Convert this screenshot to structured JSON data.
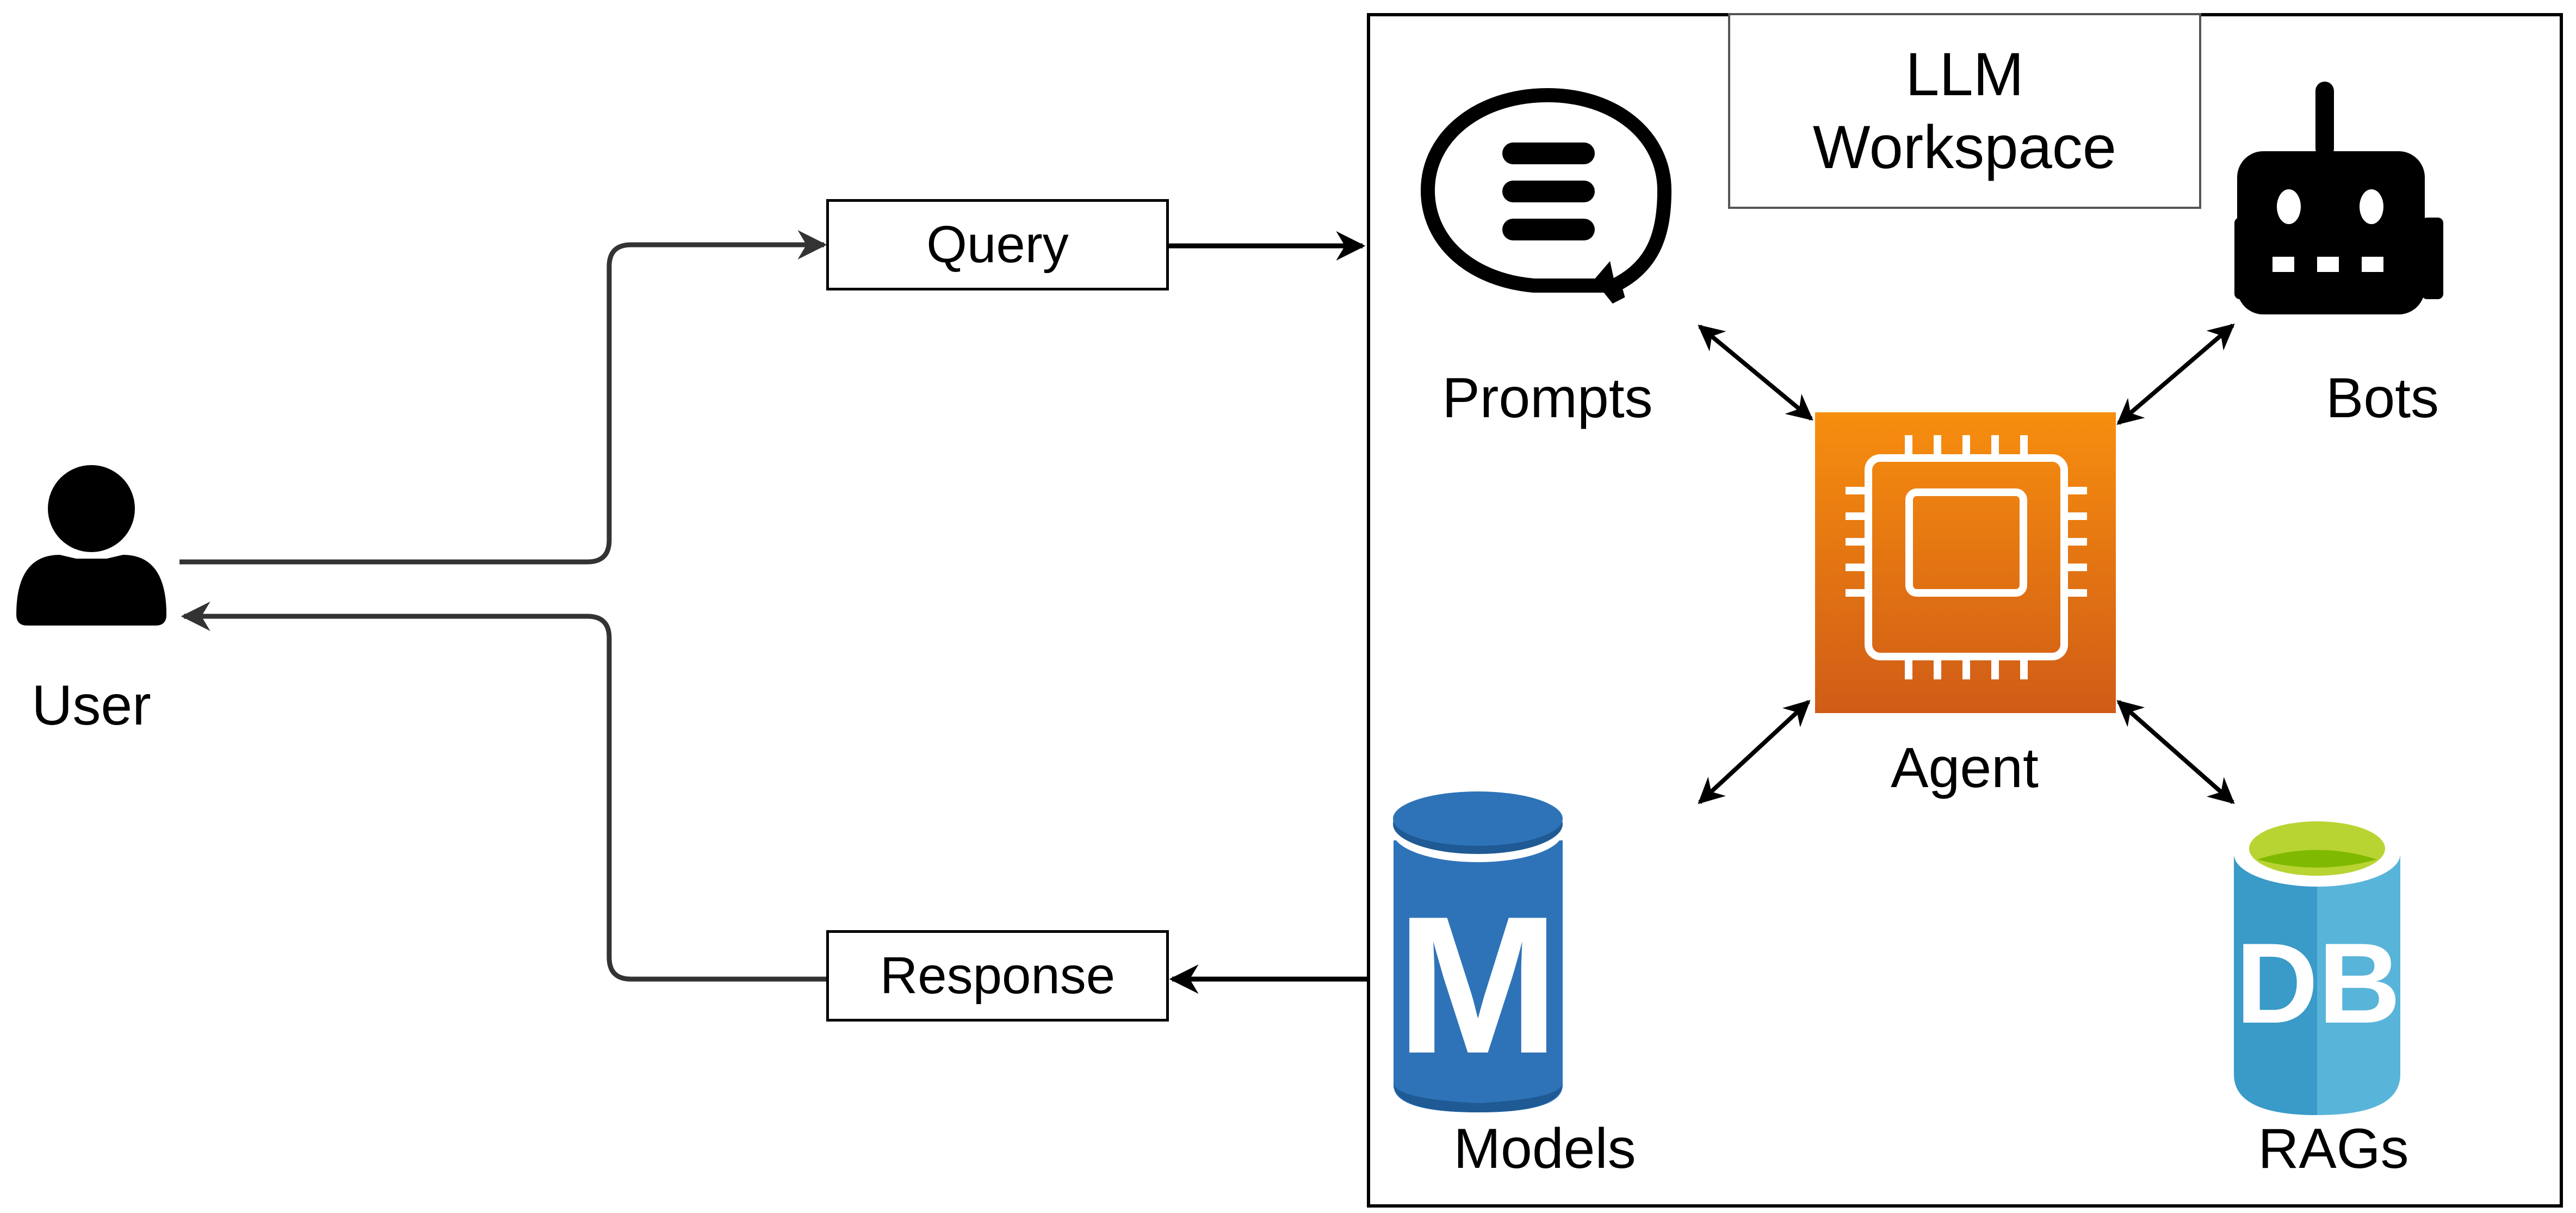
{
  "diagram": {
    "workspace": {
      "title_line1": "LLM",
      "title_line2": "Workspace"
    },
    "nodes": {
      "user": {
        "label": "User",
        "icon": "user-icon"
      },
      "prompts": {
        "label": "Prompts",
        "icon": "speech-bubble-icon"
      },
      "bots": {
        "label": "Bots",
        "icon": "robot-icon"
      },
      "agent": {
        "label": "Agent",
        "icon": "cpu-chip-icon"
      },
      "models": {
        "label": "Models",
        "icon": "database-m-icon",
        "glyph": "M"
      },
      "rags": {
        "label": "RAGs",
        "icon": "database-db-icon",
        "glyph": "DB"
      }
    },
    "edges": {
      "query": {
        "label": "Query",
        "from": "User",
        "to": "LLM Workspace"
      },
      "response": {
        "label": "Response",
        "from": "LLM Workspace",
        "to": "User"
      },
      "agent_links": [
        "Prompts",
        "Bots",
        "Models",
        "RAGs"
      ]
    },
    "colors": {
      "agent_top": "#F78E0E",
      "agent_bottom": "#D05C17",
      "models_blue": "#2E73B8",
      "models_dark": "#1F5A94",
      "rags_blue_left": "#3A9AC8",
      "rags_blue_right": "#59B4D9",
      "rags_top_green": "#B8D432",
      "rags_inner_green": "#7FBA00",
      "line_dark": "#333333"
    }
  }
}
